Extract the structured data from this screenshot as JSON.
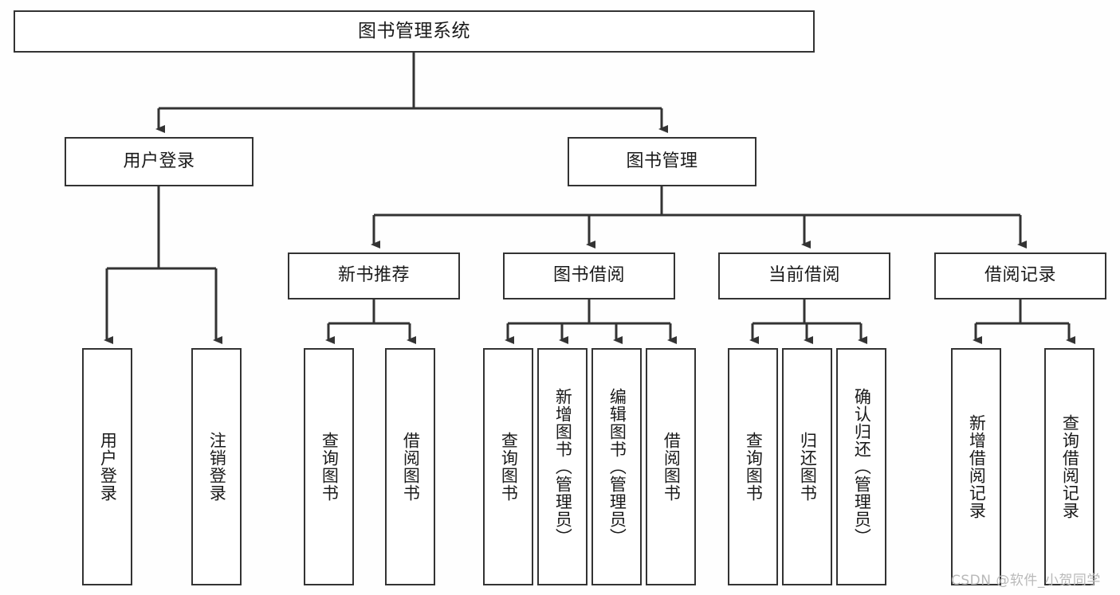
{
  "diagram": {
    "title": "图书管理系统",
    "type": "tree-hierarchy",
    "root": {
      "label": "图书管理系统"
    },
    "level1": [
      {
        "label": "用户登录"
      },
      {
        "label": "图书管理"
      }
    ],
    "level2": [
      {
        "label": "新书推荐"
      },
      {
        "label": "图书借阅"
      },
      {
        "label": "当前借阅"
      },
      {
        "label": "借阅记录"
      }
    ],
    "leaves": {
      "user_login": [
        {
          "label": "用户登录"
        },
        {
          "label": "注销登录"
        }
      ],
      "new_book_recommend": [
        {
          "label": "查询图书"
        },
        {
          "label": "借阅图书"
        }
      ],
      "book_borrow": [
        {
          "label": "查询图书"
        },
        {
          "label": "新增图书（管理员）"
        },
        {
          "label": "编辑图书（管理员）"
        },
        {
          "label": "借阅图书"
        }
      ],
      "current_borrow": [
        {
          "label": "查询图书"
        },
        {
          "label": "归还图书"
        },
        {
          "label": "确认归还（管理员）"
        }
      ],
      "borrow_record": [
        {
          "label": "新增借阅记录"
        },
        {
          "label": "查询借阅记录"
        }
      ]
    }
  },
  "watermark": {
    "text": "CSDN @软件_小贺同学"
  },
  "colors": {
    "line": "#333333",
    "box_border": "#333333",
    "box_fill": "#ffffff",
    "text": "#1a1a1a",
    "background": "#fefefe",
    "watermark": "#b9b9b9"
  }
}
